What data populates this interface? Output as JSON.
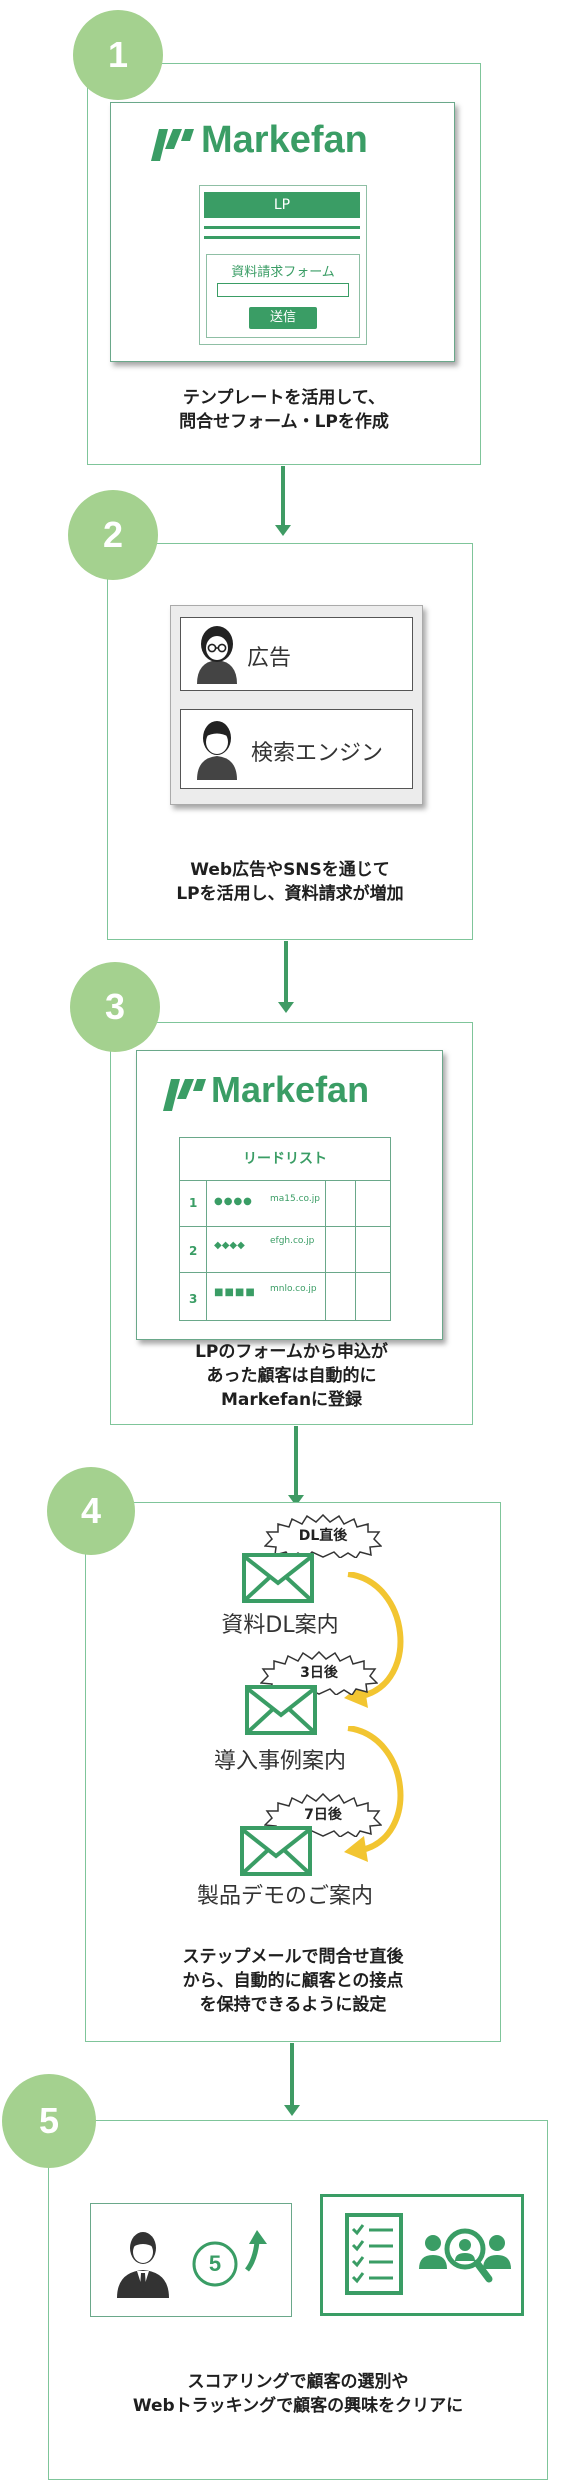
{
  "steps": [
    {
      "number": "1",
      "caption": "テンプレートを活用して、\n問合せフォーム・LPを作成",
      "brand": "Markefan",
      "lp_label": "LP",
      "form_label": "資料請求フォーム",
      "send_label": "送信"
    },
    {
      "number": "2",
      "caption": "Web広告やSNSを通じて\nLPを活用し、資料請求が増加",
      "item_ad": "広告",
      "item_search": "検索エンジン"
    },
    {
      "number": "3",
      "caption": "LPのフォームから申込が\nあった顧客は自動的に\nMarkefanに登録",
      "brand": "Markefan",
      "list_title": "リードリスト",
      "rows": [
        {
          "no": "1",
          "mark": "●●●●",
          "domain": "ma15.co.jp"
        },
        {
          "no": "2",
          "mark": "◆◆◆◆",
          "domain": "efgh.co.jp"
        },
        {
          "no": "3",
          "mark": "■■■■",
          "domain": "mnlo.co.jp"
        }
      ]
    },
    {
      "number": "4",
      "caption": "ステップメールで問合せ直後\nから、自動的に顧客との接点\nを保持できるように設定",
      "mails": [
        {
          "badge": "DL直後",
          "label": "資料DL案内"
        },
        {
          "badge": "3日後",
          "label": "導入事例案内"
        },
        {
          "badge": "7日後",
          "label": "製品デモのご案内"
        }
      ]
    },
    {
      "number": "5",
      "caption": "スコアリングで顧客の選別や\nWebトラッキングで顧客の興味をクリアに",
      "score_value": "5"
    }
  ],
  "colors": {
    "accent_green": "#3a9d65",
    "step_circle": "#a4d18f",
    "panel_border": "#7fc59a",
    "arrow_yellow": "#f2c531"
  }
}
